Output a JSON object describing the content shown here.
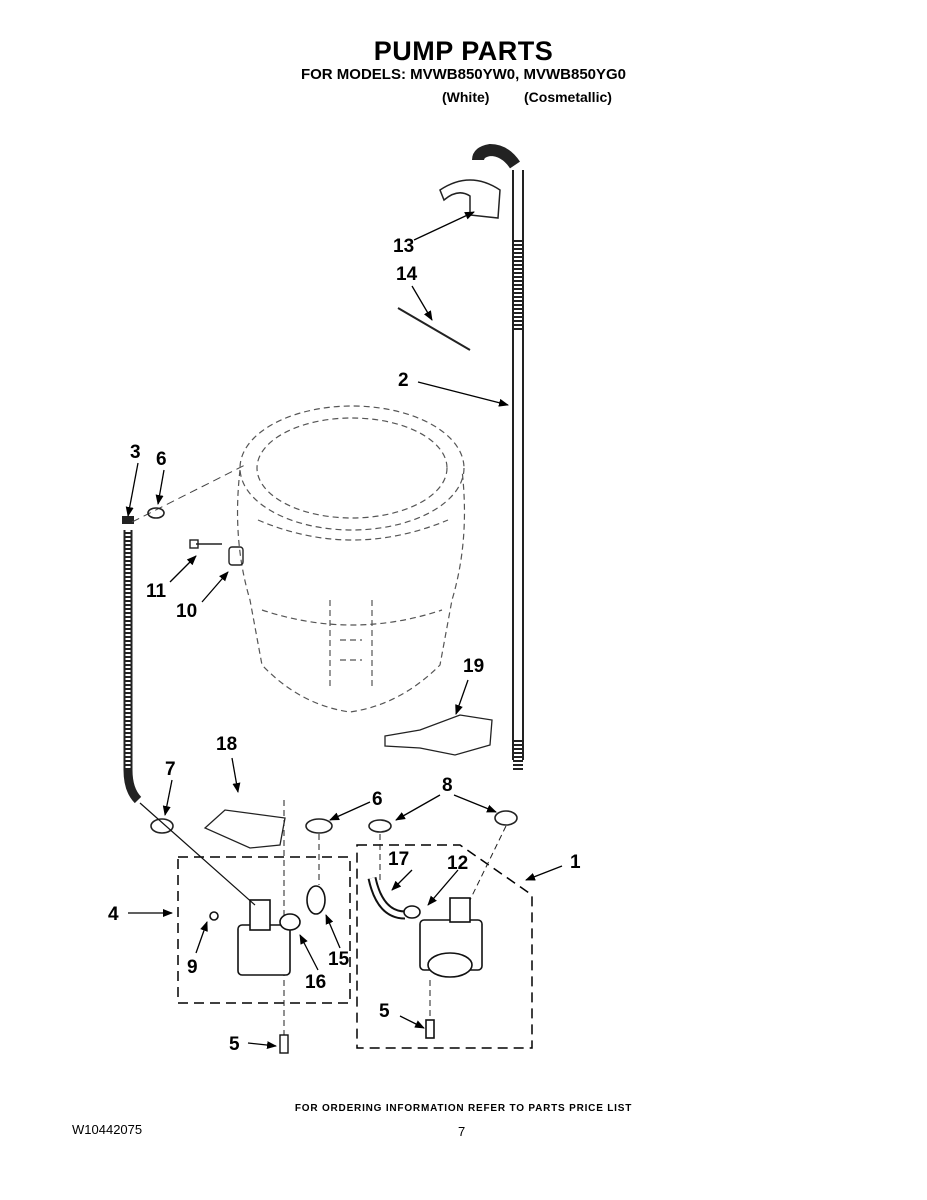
{
  "header": {
    "title": "PUMP PARTS",
    "models_line": "FOR MODELS: MVWB850YW0, MVWB850YG0",
    "variant_1": "(White)",
    "variant_2": "(Cosmetallic)"
  },
  "callouts": [
    "1",
    "2",
    "3",
    "4",
    "5",
    "5",
    "6",
    "6",
    "7",
    "8",
    "9",
    "10",
    "11",
    "12",
    "13",
    "14",
    "15",
    "16",
    "17",
    "18",
    "19"
  ],
  "footer": {
    "ordering_note": "FOR ORDERING INFORMATION REFER TO PARTS PRICE LIST",
    "document_number": "W10442075",
    "page_number": "7"
  }
}
